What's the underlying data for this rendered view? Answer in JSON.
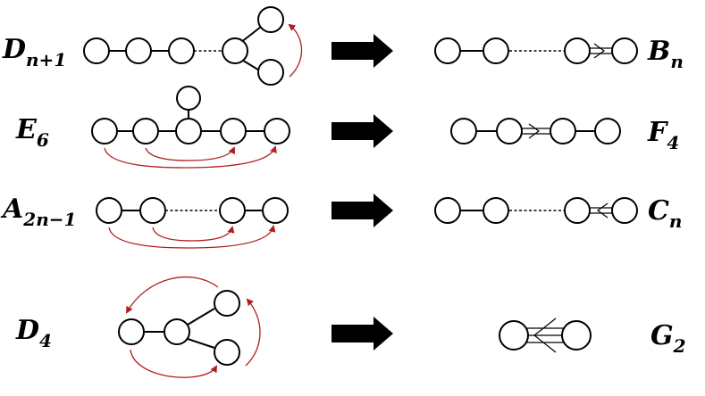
{
  "colors": {
    "ink": "#000000",
    "fold_arrow": "#b01e1e",
    "background": "#ffffff"
  },
  "rows": [
    {
      "source": {
        "main": "D",
        "sub": "n+1"
      },
      "target": {
        "main": "B",
        "sub": "n"
      }
    },
    {
      "source": {
        "main": "E",
        "sub": "6"
      },
      "target": {
        "main": "F",
        "sub": "4"
      }
    },
    {
      "source": {
        "main": "A",
        "sub": "2n−1"
      },
      "target": {
        "main": "C",
        "sub": "n"
      }
    },
    {
      "source": {
        "main": "D",
        "sub": "4"
      },
      "target": {
        "main": "G",
        "sub": "2"
      }
    }
  ],
  "icons": {
    "folding_arrow": "right-block-arrow-icon"
  }
}
